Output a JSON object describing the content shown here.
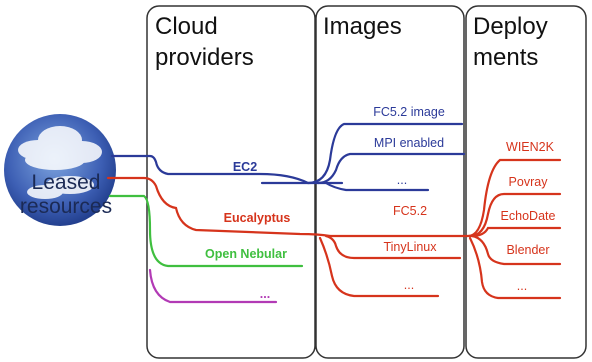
{
  "colors": {
    "blue": "#2b3a99",
    "red": "#d6341c",
    "green": "#3fbf3f",
    "purple": "#b23ab5",
    "panel_border": "#333333"
  },
  "source": {
    "label": "Leased\nresources",
    "icon": "cloud-icon"
  },
  "columns": [
    {
      "title": "Cloud\nproviders"
    },
    {
      "title": "Images"
    },
    {
      "title": "Deploy\nments"
    }
  ],
  "providers": [
    {
      "label": "EC2",
      "color": "blue"
    },
    {
      "label": "Eucalyptus",
      "color": "red"
    },
    {
      "label": "Open Nebular",
      "color": "green"
    },
    {
      "label": "...",
      "color": "purple"
    }
  ],
  "images": [
    {
      "label": "FC5.2 image",
      "color": "blue"
    },
    {
      "label": "MPI enabled",
      "color": "blue"
    },
    {
      "label": "...",
      "color": "blue"
    },
    {
      "label": "FC5.2",
      "color": "red"
    },
    {
      "label": "TinyLinux",
      "color": "red"
    },
    {
      "label": "...",
      "color": "red"
    }
  ],
  "deployments": [
    {
      "label": "WIEN2K"
    },
    {
      "label": "Povray"
    },
    {
      "label": "EchoDate"
    },
    {
      "label": "Blender"
    },
    {
      "label": "..."
    }
  ]
}
